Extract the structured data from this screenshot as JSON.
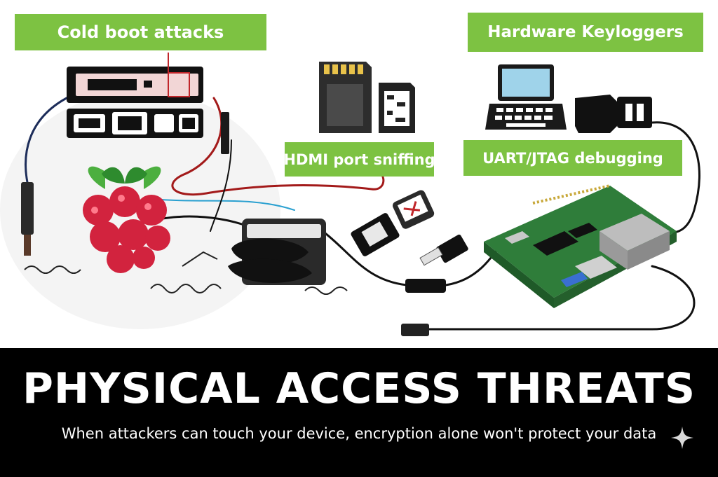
{
  "labels": {
    "cold_boot": "Cold boot attacks",
    "hardware_keyloggers": "Hardware Keyloggers",
    "hdmi_sniffing": "HDMI port sniffing",
    "uart_jtag": "UART/JTAG debugging"
  },
  "banner": {
    "title": "PHYSICAL ACCESS THREATS",
    "subtitle": "When attackers can touch your device, encryption alone won't protect your data"
  },
  "colors": {
    "label_green": "#7dc242",
    "banner_black": "#000000",
    "raspberry_red": "#d2233e",
    "leaf_green": "#4caf3f",
    "pcb_green": "#2f7d3a",
    "laptop_screen": "#9fd3ea"
  },
  "icons": [
    "raspberry-pi-logo-icon",
    "sd-card-icon",
    "micro-sd-card-icon",
    "laptop-icon",
    "keylogger-dongle-icon",
    "circuit-board-icon",
    "memory-module-icon",
    "power-adapter-icon",
    "usb-plug-icon",
    "sparkle-icon"
  ]
}
